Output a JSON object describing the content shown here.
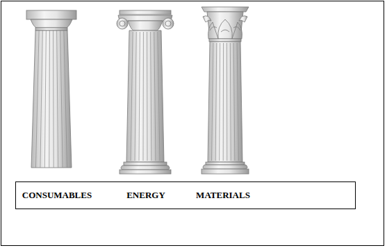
{
  "diagram": {
    "nodes": [
      {
        "text": [
          "CONSUMABLES",
          "ENERGY",
          "MATERIALS"
        ]
      }
    ]
  }
}
